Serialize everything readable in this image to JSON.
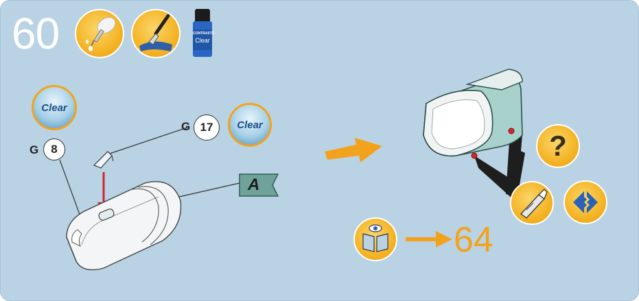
{
  "step": {
    "number": "60"
  },
  "header_icons": [
    {
      "name": "glue-applicator-icon"
    },
    {
      "name": "paint-brush-icon"
    },
    {
      "name": "clear-paint-bottle-icon",
      "bottle_brand": "CONTRASTS",
      "bottle_label": "Clear"
    }
  ],
  "left_assembly": {
    "clear_badge_top": "Clear",
    "part_g8": {
      "prefix": "G",
      "number": "8"
    },
    "part_g17": {
      "prefix": "G",
      "number": "17"
    },
    "clear_badge_right": "Clear",
    "flag_label": "A"
  },
  "right_assembly": {
    "help_icon": "question-mark-icon",
    "cut_icon": "craft-knife-icon",
    "fit_icon": "fit-together-icon"
  },
  "goto": {
    "icon": "instruction-book-icon",
    "target": "64"
  },
  "colors": {
    "background": "#b9d3e4",
    "accent_orange": "#f3a21e",
    "arrow_red": "#d4262d",
    "flag_green": "#6fa39a"
  }
}
